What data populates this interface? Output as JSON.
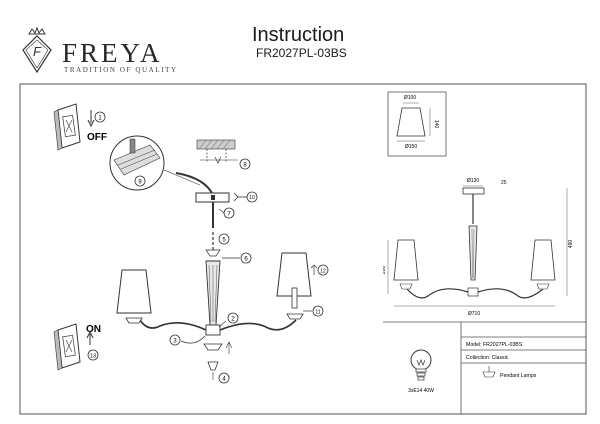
{
  "header": {
    "brand": "FREYA",
    "tagline": "TRADITION OF QUALITY",
    "logo_letter": "F",
    "title": "Instruction",
    "model": "FR2027PL-03BS"
  },
  "steps": {
    "off_label": "OFF",
    "on_label": "ON",
    "n1": "1",
    "n2": "2",
    "n3": "3",
    "n4": "4",
    "n5": "5",
    "n6": "6",
    "n7": "7",
    "n8": "8",
    "n9": "9",
    "n10": "10",
    "n11": "11",
    "n12": "12",
    "n13": "13"
  },
  "shade_dims": {
    "top": "Ø100",
    "bottom": "Ø150",
    "height": "140"
  },
  "fixture_dims": {
    "canopy": "Ø130",
    "canopy_h": "25",
    "height_total": "490",
    "height_arm": "200",
    "width": "Ø710"
  },
  "spec": {
    "model": "Model: FR2027PL-03BS",
    "collection": "Collection: Classic",
    "bulb": "3xE14 40W",
    "type": "Pendant Lamps"
  }
}
